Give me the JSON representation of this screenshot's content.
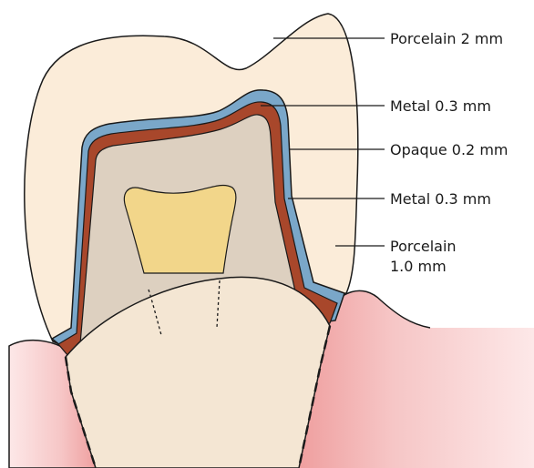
{
  "labels": {
    "porcelain_top": "Porcelain 2 mm",
    "metal_outer": "Metal 0.3 mm",
    "opaque": "Opaque 0.2 mm",
    "metal_inner": "Metal 0.3 mm",
    "porcelain_side_line1": "Porcelain",
    "porcelain_side_line2": "1.0 mm"
  },
  "colors": {
    "porcelain": "#fbecd9",
    "opaque_layer": "#7aa7c9",
    "metal_layer": "#a8472b",
    "dentin_core": "#ddd0c0",
    "pulp": "#f2d68a",
    "tooth_root": "#f4e6d3",
    "gum": "#f2b3b3",
    "gum_light": "#fde8e8",
    "outline": "#1a1a1a"
  }
}
